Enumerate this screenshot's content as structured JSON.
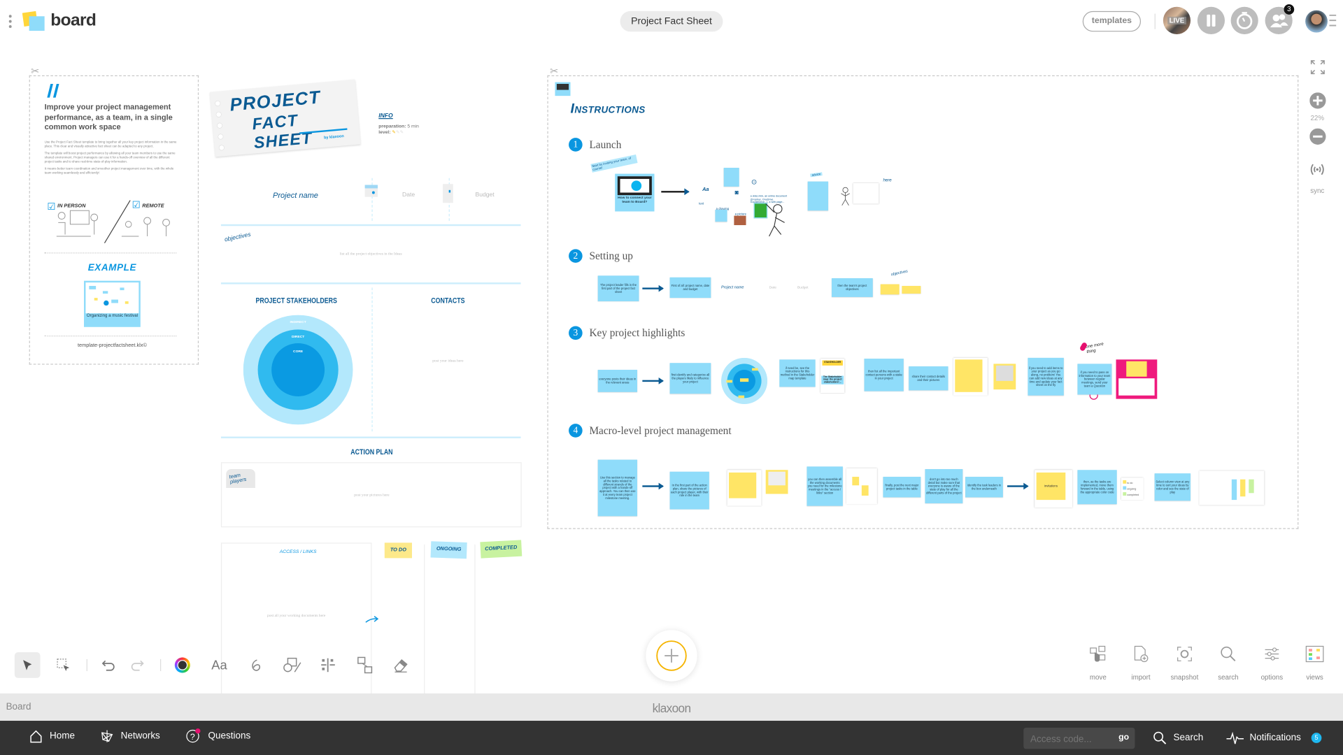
{
  "header": {
    "app_name": "board",
    "board_title": "Project Fact Sheet",
    "templates_label": "templates",
    "live_label": "LIVE",
    "participants_badge": "3",
    "icons": [
      "menu-dots-icon",
      "board-logo-icon",
      "pause-icon",
      "timer-icon",
      "participants-icon",
      "avatar",
      "menu-icon"
    ]
  },
  "side_controls": {
    "zoom_level": "22%",
    "sync_label": "sync",
    "icons": [
      "fullscreen-icon",
      "zoom-in-icon",
      "zoom-out-icon",
      "sync-icon"
    ]
  },
  "intro_card": {
    "headline": "Improve your project management performance, as a team, in a single common work space",
    "paragraphs": [
      "Use the Project Fact Sheet template to bring together all your key project information in the same place. This clear and visually attractive fact sheet can be adapted to any project.",
      "The template will boost project performance by allowing all your team members to use the same shared environment. Project managers can use it for a hands-off overview of all the different project tasks and to share real-time state-of-play information.",
      "It means better team coordination and smoother project management over time, with the whole team working seamlessly and efficiently!"
    ],
    "in_person": "IN PERSON",
    "remote": "REMOTE",
    "example_title": "EXAMPLE",
    "example_caption": "Organizing a music festival",
    "file_name": "template-projectfactsheet.klx©"
  },
  "fact_sheet": {
    "title_line1": "PROJECT",
    "title_line2": "FACT SHEET",
    "by": "by klaxoon",
    "info_title": "INFO",
    "preparation_label": "preparation:",
    "preparation_value": "5 min",
    "level_label": "level:",
    "level": 1,
    "level_max": 3,
    "project_name": "Project name",
    "date": "Date",
    "budget": "Budget",
    "objectives_label": "objectives",
    "objectives_hint": "list all the project objectives in the Ideas",
    "stakeholders_title": "PROJECT STAKEHOLDERS",
    "rings": [
      "INDIRECT",
      "DIRECT",
      "CORE"
    ],
    "ring_colors": [
      "#b3e8fc",
      "#30baef",
      "#0a9ae2"
    ],
    "contacts_title": "CONTACTS",
    "contacts_hint": "post your ideas here",
    "action_plan_title": "ACTION PLAN",
    "team_players_label": "team players",
    "pictures_hint": "post your pictures here",
    "access_links_title": "ACCESS / LINKS",
    "documents_hint": "post all your working documents here",
    "columns": [
      {
        "label": "TO DO",
        "color": "#fde98a"
      },
      {
        "label": "ONGOING",
        "color": "#b3e8fc"
      },
      {
        "label": "COMPLETED",
        "color": "#c8f2a0"
      }
    ]
  },
  "instructions": {
    "title": "Instructions",
    "steps": [
      {
        "number": "1",
        "title": "Launch"
      },
      {
        "number": "2",
        "title": "Setting up"
      },
      {
        "number": "3",
        "title": "Key project highlights"
      },
      {
        "number": "4",
        "title": "Macro-level project management"
      }
    ],
    "annotations": {
      "invite": "Start by inviting your team, of course!",
      "video_card": "How to connect your team to Board?",
      "text": "text",
      "drawing": "a drawing",
      "picture": "a picture",
      "link": "a video link, an online document (Dropbox, OneDrive, GoogleDrive...), a web page...",
      "advice": "advice",
      "here": "here",
      "one_more_thing": "one more thing",
      "stakeholder_card": "The Stakeholder map: the project stakeholders'...",
      "invitations": "invitations",
      "legend": [
        "to do",
        "ongoing",
        "completed"
      ],
      "mini_project_name": "Project name",
      "mini_date": "Date",
      "mini_budget": "Budget",
      "mini_objectives": "objectives"
    },
    "stickies": [
      "The project leader fills in the first part of the project fact sheet",
      "First of all: project name, date and budget",
      "then the team's project objectives",
      "everyone posts their ideas in the relevant areas",
      "first identify and categorize all the players likely to influence your project",
      "if need be, see the instructions for this method in the Stakeholder map template",
      "then list all the important contact persons with a stake in your project",
      "share their contact details and their pictures",
      "if you need to add items to your project as you go along, no problem! You can add new ideas at any time and update your fact sheet on the fly",
      "if you need to pass on information to your team between regular meetings, send your team a Question",
      "Use this section to manage all the tasks related to different strands of the project with a hands-off approach. You can then use it at every team project milestone meeting.",
      "In the first part of the action plan, share the pictures of each project player, with their role in the team",
      "you can then assemble all the working documents you need for the milestone meetings in the \"access / links\" section",
      "finally, post the next major project tasks in the table",
      "don't go into too much detail but make sure that everyone is aware of the state of play for all the different parts of the project",
      "identify the task leaders in the box underneath",
      "then, as the tasks are implemented, move them forward in the table, using the appropriate color code",
      "Select column view at any time to sort your ideas by color and see the state of play"
    ]
  },
  "toolbar": {
    "tools": [
      "select",
      "multi-select",
      "undo",
      "redo",
      "color",
      "text",
      "draw",
      "shapes",
      "grid",
      "connector",
      "eraser"
    ],
    "text_tool_label": "Aa",
    "add_button": "add",
    "accent_color": "#f5b400",
    "right_tools": [
      "move",
      "import",
      "snapshot",
      "search",
      "options",
      "views"
    ]
  },
  "status_bar": {
    "board_label": "Board",
    "brand": "klaxoon"
  },
  "bottom_nav": {
    "home": "Home",
    "networks": "Networks",
    "questions": "Questions",
    "access_placeholder": "Access code...",
    "go": "go",
    "search": "Search",
    "notifications": "Notifications",
    "notifications_count": "5",
    "badge_color": "#1fb8f0"
  }
}
